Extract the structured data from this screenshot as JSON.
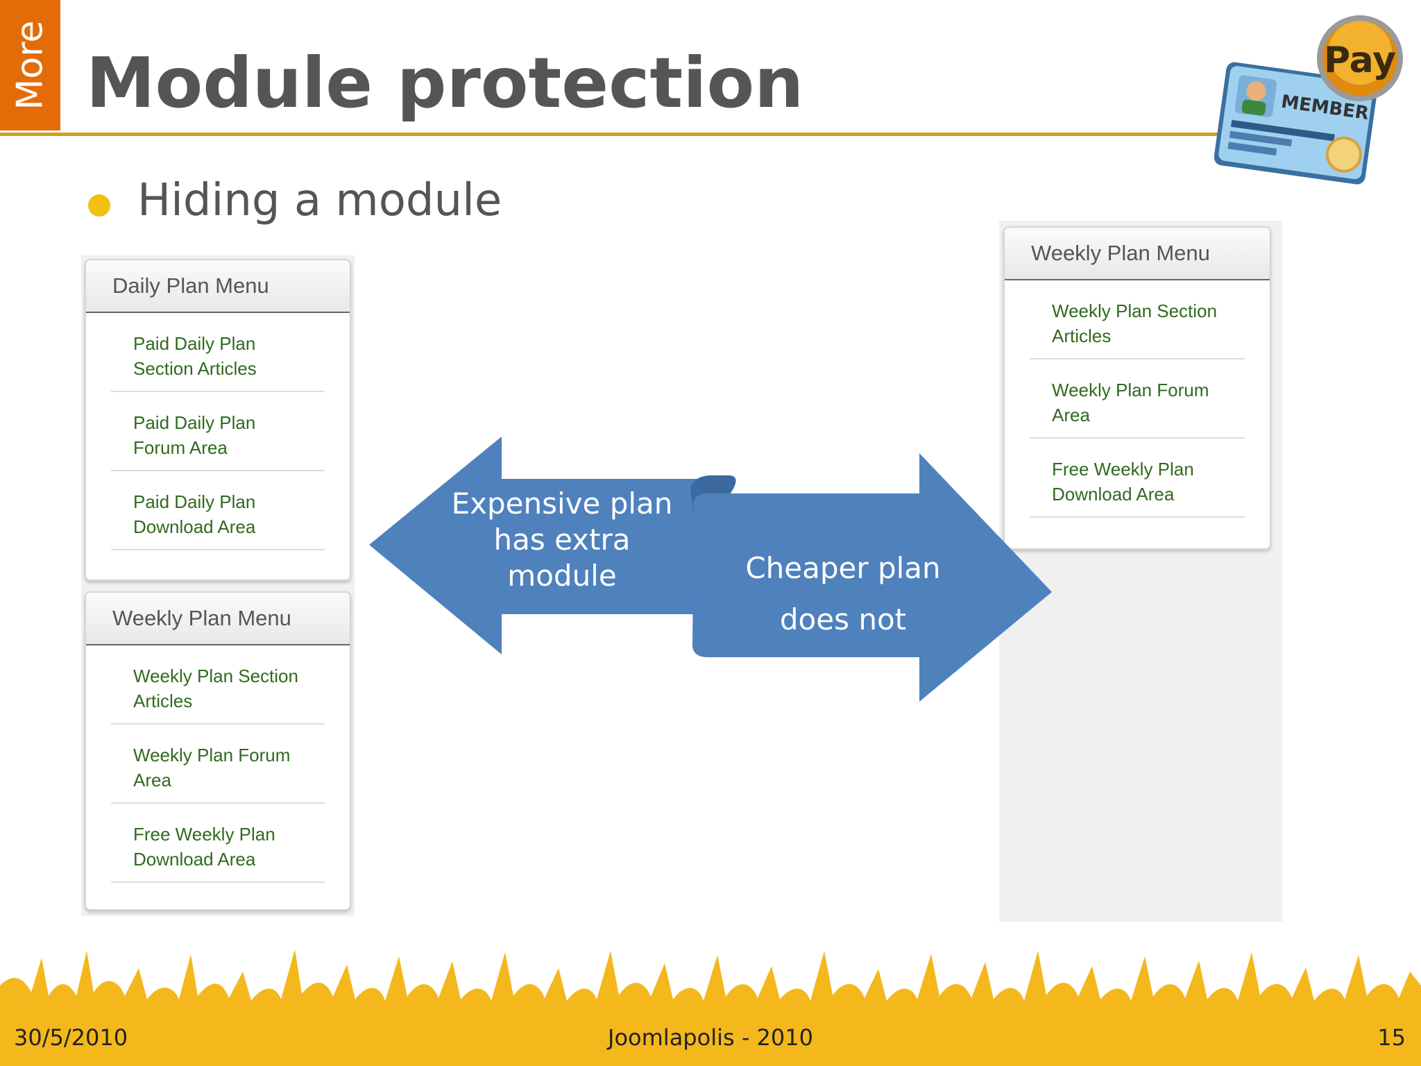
{
  "slide": {
    "side_tab": "More",
    "title": "Module protection",
    "bullet": "Hiding a module"
  },
  "badge": {
    "pay": "Pay",
    "member": "MEMBER"
  },
  "left_panel": {
    "modules": [
      {
        "header": "Daily Plan Menu",
        "items": [
          "Paid Daily Plan\nSection Articles",
          "Paid Daily Plan\nForum Area",
          "Paid Daily Plan\nDownload Area"
        ]
      },
      {
        "header": "Weekly Plan Menu",
        "items": [
          "Weekly Plan Section\nArticles",
          "Weekly Plan Forum\nArea",
          "Free Weekly Plan\nDownload Area"
        ]
      }
    ]
  },
  "right_panel": {
    "modules": [
      {
        "header": "Weekly Plan Menu",
        "items": [
          "Weekly Plan Section\nArticles",
          "Weekly Plan Forum\nArea",
          "Free Weekly Plan\nDownload Area"
        ]
      }
    ]
  },
  "arrows": {
    "left_text": [
      "Expensive plan",
      "has extra",
      "module"
    ],
    "right_text": [
      "Cheaper plan",
      "does not"
    ]
  },
  "footer": {
    "date": "30/5/2010",
    "center": "Joomlapolis - 2010",
    "page": "15"
  },
  "colors": {
    "accent_orange": "#e36c09",
    "rule_gold": "#c9a021",
    "bullet_yellow": "#f3bf10",
    "arrow_blue": "#4f81bd",
    "link_green": "#2f6a1e",
    "footer_crowd": "#f4b81c"
  }
}
